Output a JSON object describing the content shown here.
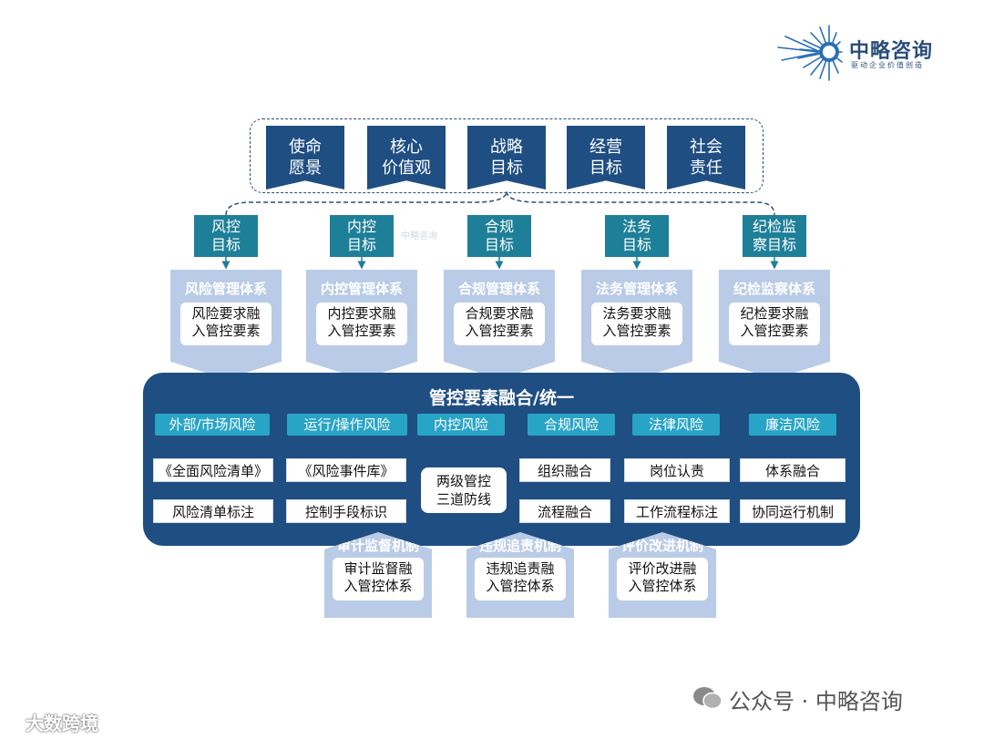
{
  "logo": {
    "name": "中略咨询",
    "slogan": "驱动企业价值创造"
  },
  "top_values": [
    {
      "line1": "使命",
      "line2": "愿景"
    },
    {
      "line1": "核心",
      "line2": "价值观"
    },
    {
      "line1": "战略",
      "line2": "目标"
    },
    {
      "line1": "经营",
      "line2": "目标"
    },
    {
      "line1": "社会",
      "line2": "责任"
    }
  ],
  "targets": [
    {
      "line1": "风控",
      "line2": "目标"
    },
    {
      "line1": "内控",
      "line2": "目标"
    },
    {
      "line1": "合规",
      "line2": "目标"
    },
    {
      "line1": "法务",
      "line2": "目标"
    },
    {
      "line1": "纪检监",
      "line2": "察目标"
    }
  ],
  "systems": [
    {
      "title": "风险管理体系",
      "line1": "风险要求融",
      "line2": "入管控要素"
    },
    {
      "title": "内控管理体系",
      "line1": "内控要求融",
      "line2": "入管控要素"
    },
    {
      "title": "合规管理体系",
      "line1": "合规要求融",
      "line2": "入管控要素"
    },
    {
      "title": "法务管理体系",
      "line1": "法务要求融",
      "line2": "入管控要素"
    },
    {
      "title": "纪检监察体系",
      "line1": "纪检要求融",
      "line2": "入管控要素"
    }
  ],
  "panel": {
    "title": "管控要素融合/统一",
    "risks": [
      "外部/市场风险",
      "运行/操作风险",
      "内控风险",
      "合规风险",
      "法律风险",
      "廉洁风险"
    ],
    "risk_list": "《全面风险清单》",
    "risk_event_db": "《风险事件库》",
    "risk_list_mark": "风险清单标注",
    "control_identify": "控制手段标识",
    "center_line1": "两级管控",
    "center_line2": "三道防线",
    "org_fusion": "组织融合",
    "process_fusion": "流程融合",
    "post_duty": "岗位认责",
    "workflow_mark": "工作流程标注",
    "system_fusion": "体系融合",
    "coop_mechanism": "协同运行机制"
  },
  "mechanisms": [
    {
      "title": "审计监督机制",
      "line1": "审计监督融",
      "line2": "入管控体系"
    },
    {
      "title": "违规追责机制",
      "line1": "违规追责融",
      "line2": "入管控体系"
    },
    {
      "title": "评价改进机制",
      "line1": "评价改进融",
      "line2": "入管控体系"
    }
  ],
  "watermark": "中略咨询",
  "footer": {
    "wechat": "公众号 · 中略咨询",
    "brand": "大数跨境"
  },
  "colors": {
    "navy": "#1f4e82",
    "teal": "#1e7f98",
    "chip": "#28a4c6",
    "pale": "#b9cbe6"
  }
}
